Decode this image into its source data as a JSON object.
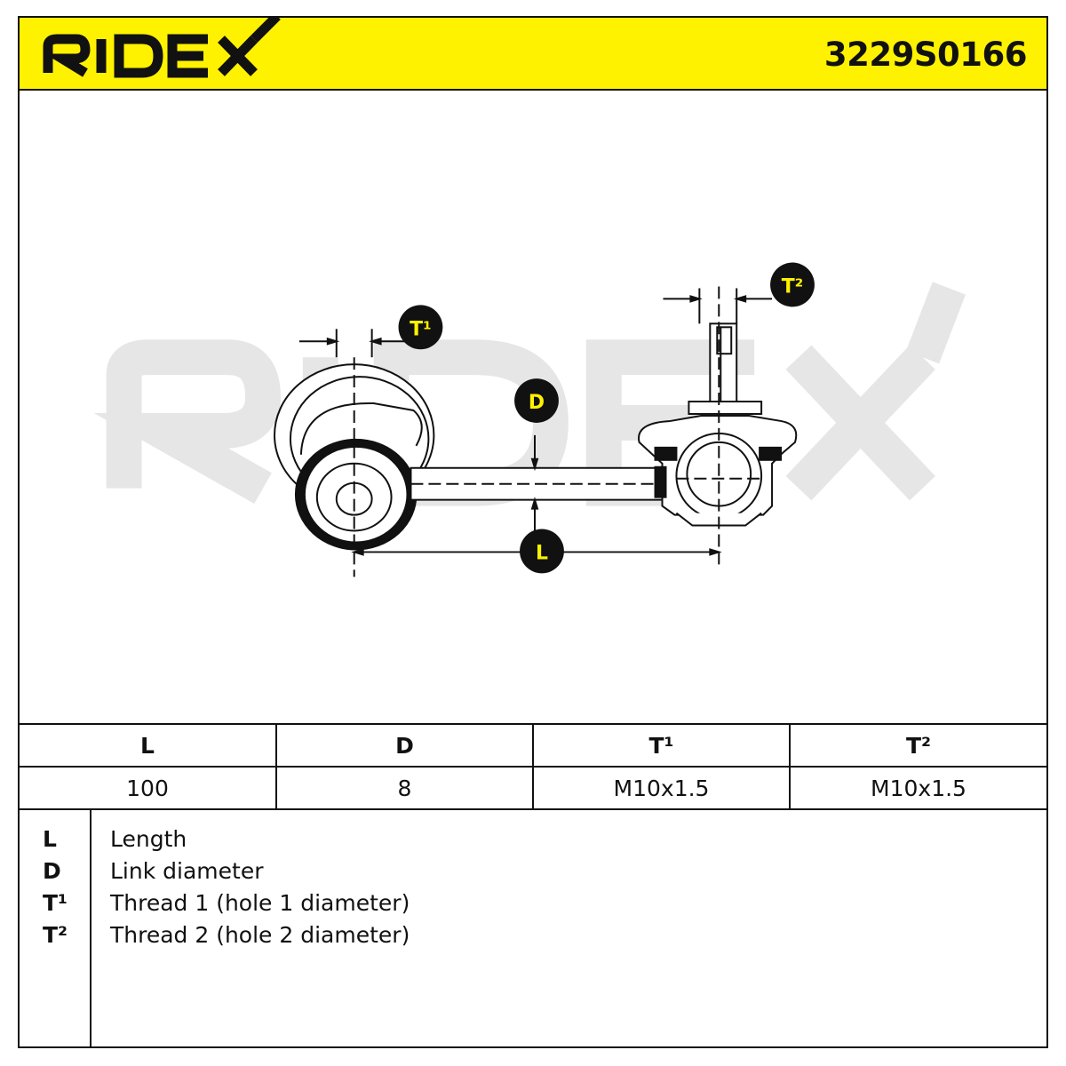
{
  "brand": "RIDEX",
  "part_number": "3229S0166",
  "diagram": {
    "watermark": "RIDEX",
    "callouts": {
      "t1": "T¹",
      "t2": "T²",
      "d": "D",
      "l": "L"
    }
  },
  "spec_table": {
    "headers": [
      "L",
      "D",
      "T¹",
      "T²"
    ],
    "values": [
      "100",
      "8",
      "M10x1.5",
      "M10x1.5"
    ]
  },
  "legend": [
    {
      "key": "L",
      "desc": "Length"
    },
    {
      "key": "D",
      "desc": "Link diameter"
    },
    {
      "key": "T¹",
      "desc": "Thread 1 (hole 1 diameter)"
    },
    {
      "key": "T²",
      "desc": "Thread 2 (hole 2 diameter)"
    }
  ],
  "colors": {
    "brand_yellow": "#fff200",
    "line": "#111111",
    "watermark": "#e6e6e6"
  }
}
